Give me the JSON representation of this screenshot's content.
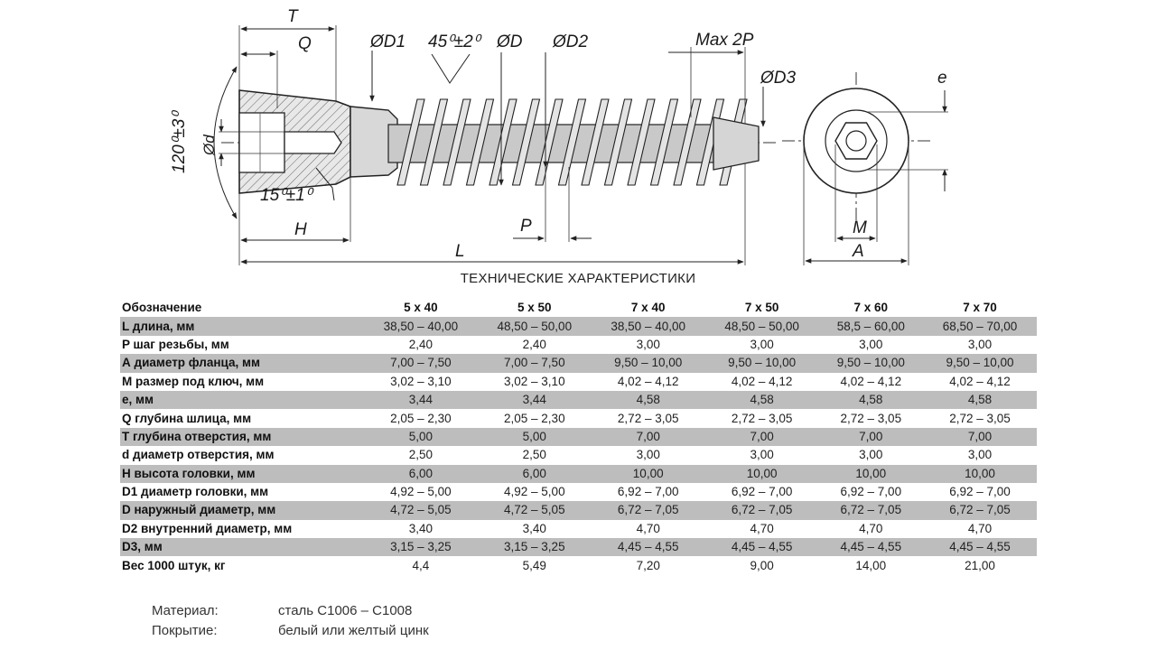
{
  "drawing": {
    "labels": {
      "T": "T",
      "Q": "Q",
      "D1": "ØD1",
      "angle45": "45⁰±2⁰",
      "D": "ØD",
      "D2": "ØD2",
      "max2p": "Max 2P",
      "D3": "ØD3",
      "e": "e",
      "angle120": "120⁰±3⁰",
      "d": "Ød",
      "angle15": "15⁰±1⁰",
      "H": "H",
      "P": "P",
      "L": "L",
      "M": "M",
      "A": "A"
    }
  },
  "table": {
    "title": "ТЕХНИЧЕСКИЕ ХАРАКТЕРИСТИКИ",
    "headers": [
      "Обозначение",
      "5 х 40",
      "5 х 50",
      "7 х 40",
      "7 х 50",
      "7 х 60",
      "7 х 70"
    ],
    "rows": [
      [
        "L длина, мм",
        "38,50 – 40,00",
        "48,50 – 50,00",
        "38,50 – 40,00",
        "48,50 – 50,00",
        "58,5 – 60,00",
        "68,50 – 70,00"
      ],
      [
        "P шаг резьбы, мм",
        "2,40",
        "2,40",
        "3,00",
        "3,00",
        "3,00",
        "3,00"
      ],
      [
        "А диаметр фланца, мм",
        "7,00 – 7,50",
        "7,00 – 7,50",
        "9,50 – 10,00",
        "9,50 – 10,00",
        "9,50 – 10,00",
        "9,50 – 10,00"
      ],
      [
        "М размер под ключ, мм",
        "3,02 – 3,10",
        "3,02 – 3,10",
        "4,02 – 4,12",
        "4,02 – 4,12",
        "4,02 – 4,12",
        "4,02 – 4,12"
      ],
      [
        "е, мм",
        "3,44",
        "3,44",
        "4,58",
        "4,58",
        "4,58",
        "4,58"
      ],
      [
        "Q глубина шлица, мм",
        "2,05 – 2,30",
        "2,05 – 2,30",
        "2,72 – 3,05",
        "2,72 – 3,05",
        "2,72 – 3,05",
        "2,72 – 3,05"
      ],
      [
        "Т глубина отверстия, мм",
        "5,00",
        "5,00",
        "7,00",
        "7,00",
        "7,00",
        "7,00"
      ],
      [
        "d диаметр отверстия, мм",
        "2,50",
        "2,50",
        "3,00",
        "3,00",
        "3,00",
        "3,00"
      ],
      [
        "H высота головки, мм",
        "6,00",
        "6,00",
        "10,00",
        "10,00",
        "10,00",
        "10,00"
      ],
      [
        "D1 диаметр головки, мм",
        "4,92 – 5,00",
        "4,92 – 5,00",
        "6,92 – 7,00",
        "6,92 – 7,00",
        "6,92 – 7,00",
        "6,92 – 7,00"
      ],
      [
        "D наружный диаметр, мм",
        "4,72 – 5,05",
        "4,72 – 5,05",
        "6,72 – 7,05",
        "6,72 – 7,05",
        "6,72 – 7,05",
        "6,72 – 7,05"
      ],
      [
        "D2 внутренний диаметр, мм",
        "3,40",
        "3,40",
        "4,70",
        "4,70",
        "4,70",
        "4,70"
      ],
      [
        "D3, мм",
        "3,15 – 3,25",
        "3,15 – 3,25",
        "4,45 – 4,55",
        "4,45 – 4,55",
        "4,45 – 4,55",
        "4,45 – 4,55"
      ],
      [
        "Вес 1000 штук, кг",
        "4,4",
        "5,49",
        "7,20",
        "9,00",
        "14,00",
        "21,00"
      ]
    ]
  },
  "notes": [
    {
      "key": "Материал:",
      "value": "сталь С1006 – С1008"
    },
    {
      "key": "Покрытие:",
      "value": "белый или желтый цинк"
    }
  ]
}
